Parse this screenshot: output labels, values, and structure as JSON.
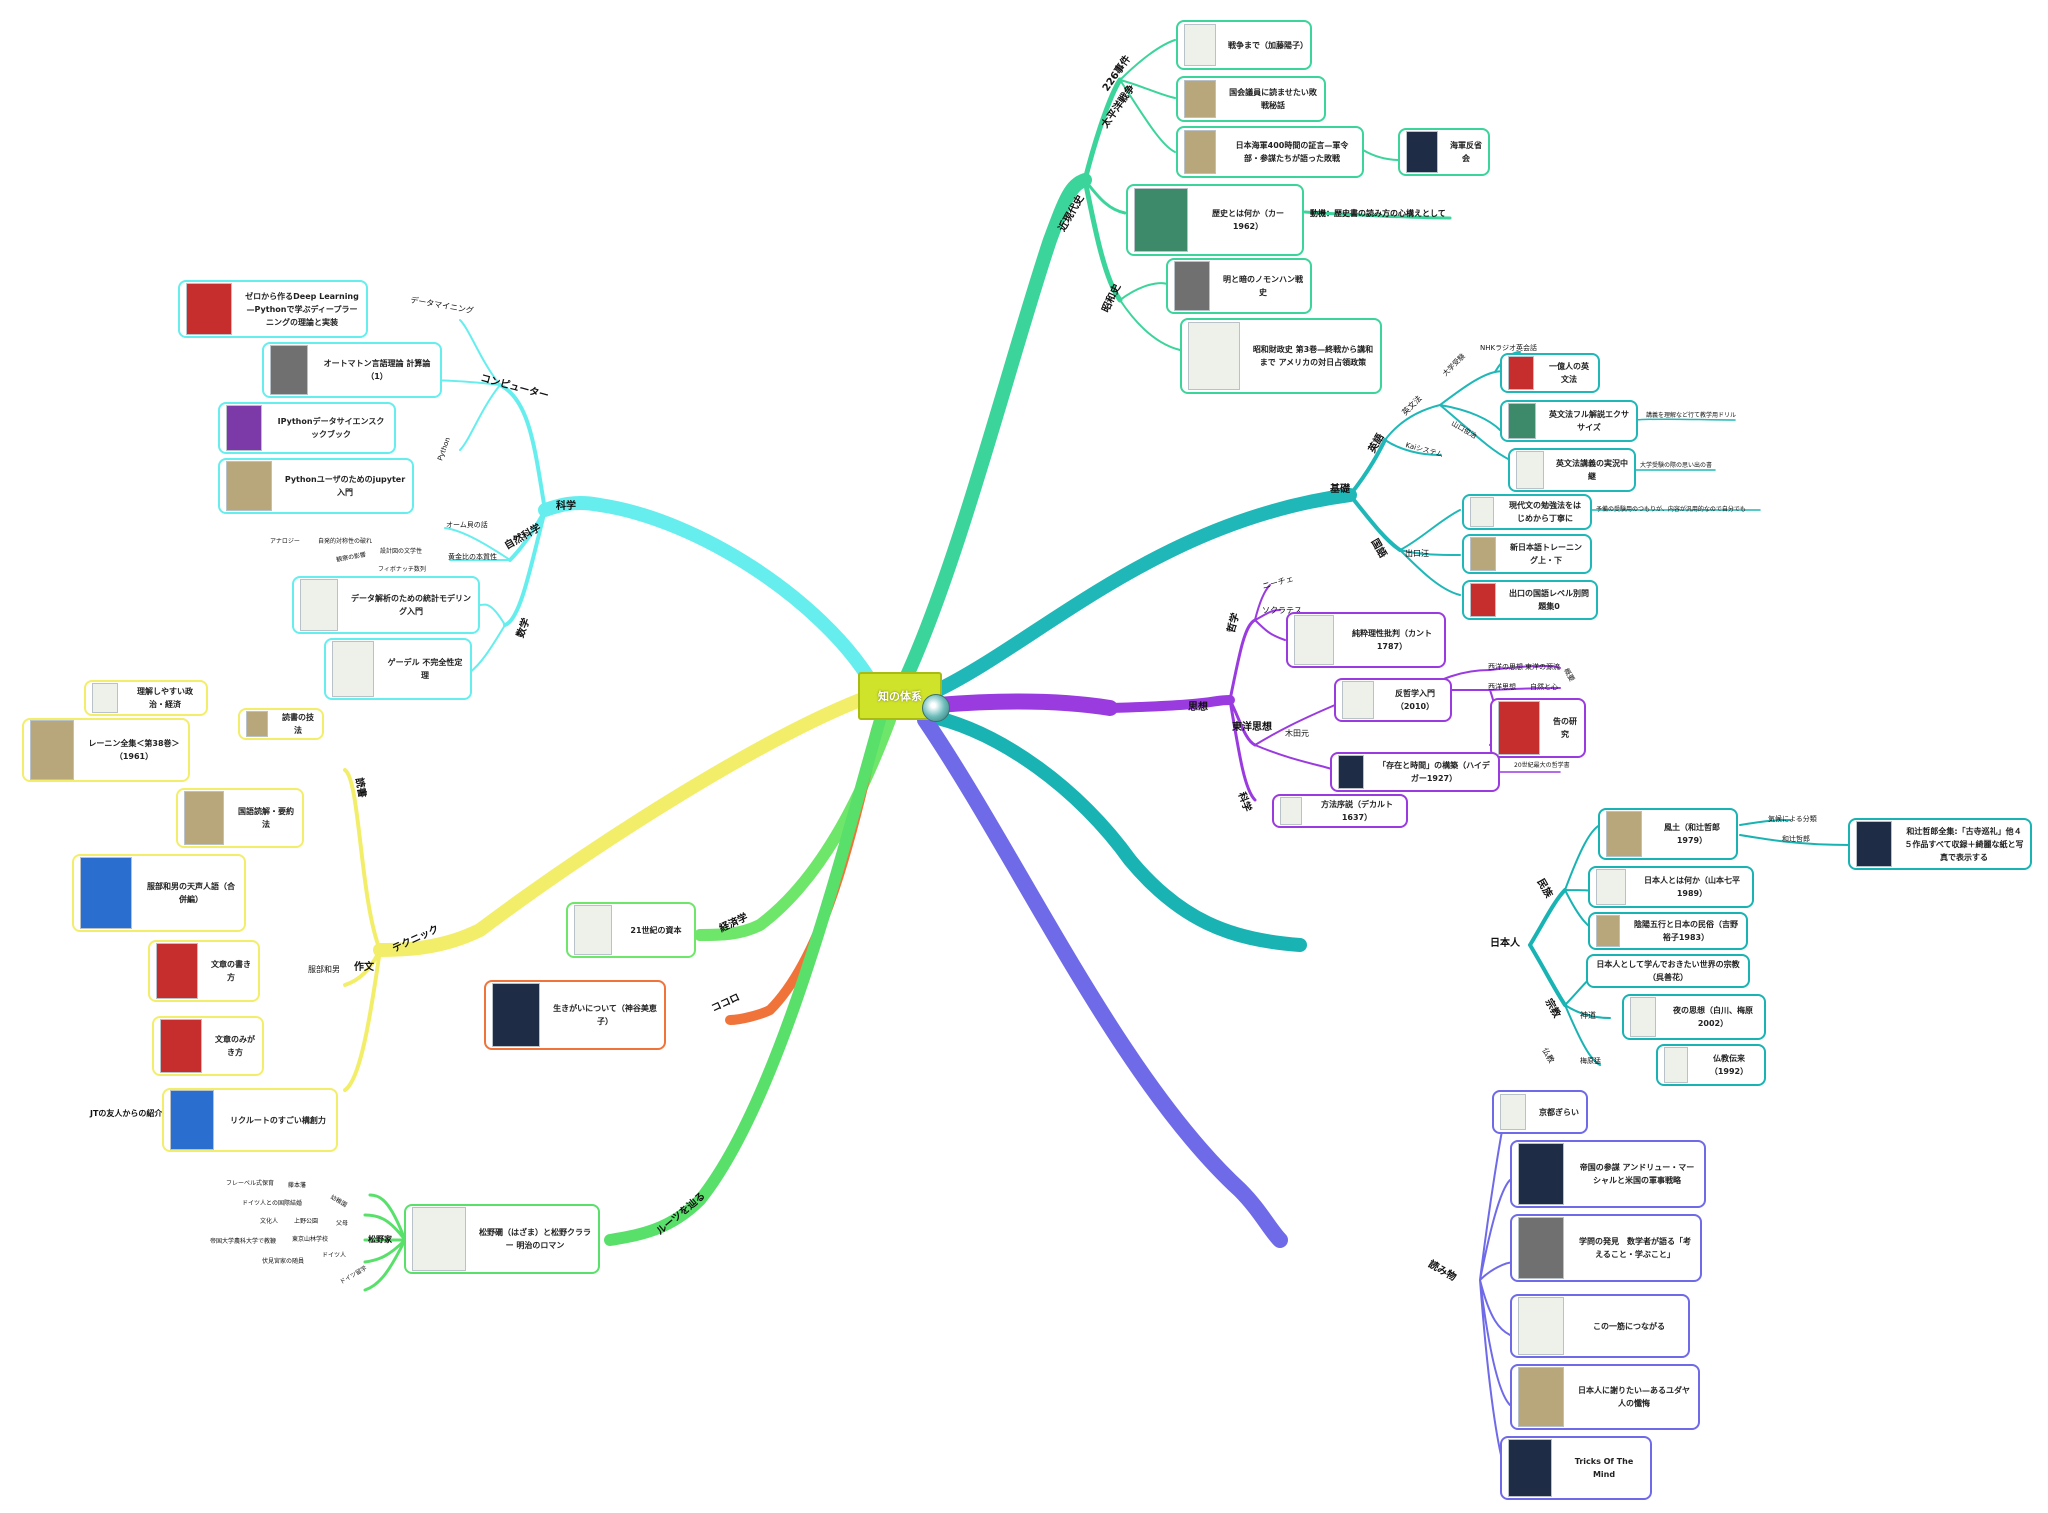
{
  "center": {
    "title": "知の体系"
  },
  "colors": {
    "kindai": "#3bd49a",
    "kiso": "#1fb7b7",
    "shisou": "#9a3be0",
    "nihonjin": "#19b3b3",
    "yomimono": "#6f6ae8",
    "roots": "#58e06a",
    "kokoro": "#f0743a",
    "keizai": "#6ee66a",
    "technique": "#f3ee6a",
    "kagaku": "#66eeee"
  },
  "labels": {
    "kindai": "近現代史",
    "taiheiyo": "太平洋戦争",
    "niniroku": "226事件",
    "shouwa": "昭和史",
    "kiso": "基礎",
    "eigo": "英語",
    "eibunpou": "英文法",
    "daigakumade": "大学受験",
    "nhk": "NHKラジオ英会話",
    "yamaguchi": "山口俊治",
    "kaijiken": "Kaiシステム",
    "kokugo": "国語",
    "deguchi": "出口汪",
    "shisou": "思想",
    "tetsugaku": "哲学",
    "nietzsche": "ニーチェ",
    "socrates": "ソクラテス",
    "touyou": "東洋思想",
    "kida": "木田元",
    "seiyou": "西洋思想",
    "toyo2": "東洋の源流",
    "kagaku_sci": "科学",
    "seiyou_kokoro": "西洋の思想",
    "jidai": "自然と心",
    "kaiyo": "概要",
    "heidegger_note": "20世紀最大の哲学書",
    "nihonjin": "日本人",
    "minzoku": "民族",
    "shukyo": "宗教",
    "shinto": "神道",
    "bukkyo": "仏教",
    "umehara": "梅原猛",
    "kikou": "気候による分類",
    "watsuji": "和辻哲郎",
    "yomimono": "読み物",
    "kagaku": "科学",
    "computer": "コンピューター",
    "datamining": "データマイニング",
    "python": "Python",
    "shizen": "自然科学",
    "ohm": "オーム貝の話",
    "ougon": "黄金比の本質性",
    "analogy": "アナロジー",
    "sekkei": "設計図の文学性",
    "kansatsu": "観察の影響",
    "fibonacci": "フィボナッチ数列",
    "jiko": "自発的対称性の破れ",
    "suugaku": "数学",
    "technique": "テクニック",
    "dokusho": "読書",
    "sakubun": "作文",
    "kaneko": "服部和男",
    "jt": "JTの友人からの紹介",
    "keizai": "経済学",
    "kokoro": "ココロ",
    "roots": "ルーツを辿る",
    "matsuno": "松野家",
    "fuji": "藤本藩",
    "tennou": "東京山林学校",
    "german": "ドイツ人との国際結婚",
    "froebel": "フレーベル式保育",
    "ueno": "上野公園",
    "teikoku": "帝国大学農科大学で教鞭",
    "huku": "伏見宮家の随員",
    "doitsu": "ドイツ人",
    "oyaku": "父母",
    "kanji_a": "幼稚園",
    "kanji_b": "ドイツ留学",
    "kanji_c": "文化人"
  },
  "kindai_books": [
    {
      "title": "戦争まで（加藤陽子）"
    },
    {
      "title": "国会議員に読ませたい敗戦秘話"
    },
    {
      "title": "日本海軍400時間の証言—軍令部・参謀たちが語った敗戦"
    },
    {
      "title": "海軍反省会"
    },
    {
      "title": "歴史とは何か（カー1962）",
      "note": "動機：歴史書の読み方の心構えとして"
    },
    {
      "title": "明と暗のノモンハン戦史"
    },
    {
      "title": "昭和財政史 第3巻—終戦から講和まで アメリカの対日占領政策"
    }
  ],
  "kiso_books": [
    {
      "title": "一億人の英文法"
    },
    {
      "title": "英文法フル解説エクササイズ",
      "note": "講義を理解など行て教学用ドリル"
    },
    {
      "title": "英文法講義の実況中継",
      "note": "大学受験の際の思い出の書"
    },
    {
      "title": "現代文の勉強法をはじめから丁寧に",
      "note": "予備の受験用のつもりが、内容が汎用的なので自分でも"
    },
    {
      "title": "新日本語トレーニング上・下"
    },
    {
      "title": "出口の国語レベル別問題集0"
    }
  ],
  "shisou_books": [
    {
      "title": "純粋理性批判（カント1787）"
    },
    {
      "title": "反哲学入門（2010）"
    },
    {
      "title": "告の研究"
    },
    {
      "title": "「存在と時間」の構築（ハイデガー1927）"
    },
    {
      "title": "方法序説（デカルト1637）"
    }
  ],
  "nihonjin_books": [
    {
      "title": "風土（和辻哲郎1979）"
    },
    {
      "title": "和辻哲郎全集:「古寺巡礼」他４５作品すべて収録＋綺麗な紙と写真で表示する"
    },
    {
      "title": "日本人とは何か（山本七平1989）"
    },
    {
      "title": "陰陽五行と日本の民俗（吉野裕子1983）"
    },
    {
      "title": "日本人として学んでおきたい世界の宗教（呉善花）"
    },
    {
      "title": "夜の思想（白川、梅原2002）"
    },
    {
      "title": "仏教伝来（1992）"
    }
  ],
  "yomimono_books": [
    {
      "title": "京都ぎらい"
    },
    {
      "title": "帝国の参謀 アンドリュー・マーシャルと米国の軍事戦略"
    },
    {
      "title": "学問の発見　数学者が語る「考えること・学ぶこと」"
    },
    {
      "title": "この一筋につながる"
    },
    {
      "title": "日本人に謝りたい—あるユダヤ人の懺悔"
    },
    {
      "title": "Tricks Of The Mind"
    }
  ],
  "kagaku_books": [
    {
      "title": "ゼロから作るDeep Learning —Pythonで学ぶディープラーニングの理論と実装"
    },
    {
      "title": "オートマトン言語理論 計算論（1）"
    },
    {
      "title": "IPythonデータサイエンスクックブック"
    },
    {
      "title": "Pythonユーザのためのjupyter入門"
    },
    {
      "title": "データ解析のための統計モデリング入門"
    },
    {
      "title": "ゲーデル 不完全性定理"
    }
  ],
  "technique_books": [
    {
      "title": "理解しやすい政治・経済"
    },
    {
      "title": "レーニン全集＜第38巻＞（1961）"
    },
    {
      "title": "読書の技法"
    },
    {
      "title": "国語読解・要約法"
    },
    {
      "title": "服部和男の天声人語（合併編）"
    },
    {
      "title": "文章の書き方"
    },
    {
      "title": "文章のみがき方"
    },
    {
      "title": "リクルートのすごい構創力"
    }
  ],
  "other_books": [
    {
      "title": "21世紀の資本"
    },
    {
      "title": "生きがいについて（神谷美恵子）"
    },
    {
      "title": "松野礀（はざま）と松野クララー 明治のロマン"
    }
  ]
}
